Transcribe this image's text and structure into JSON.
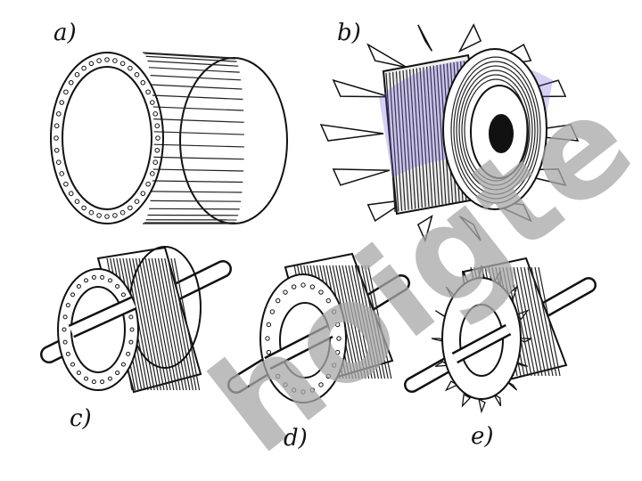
{
  "labels": {
    "a": "a)",
    "b": "b)",
    "c": "c)",
    "d": "d)",
    "e": "e)"
  },
  "watermark": {
    "text": "hoigte",
    "color": "#a8a8a8"
  },
  "accent": {
    "purple": "#6b5bd6"
  },
  "icons": [
    "squirrel-cage-rotor",
    "salient-pole-rotor",
    "wound-rotor",
    "slotted-rotor",
    "claw-pole-rotor"
  ]
}
